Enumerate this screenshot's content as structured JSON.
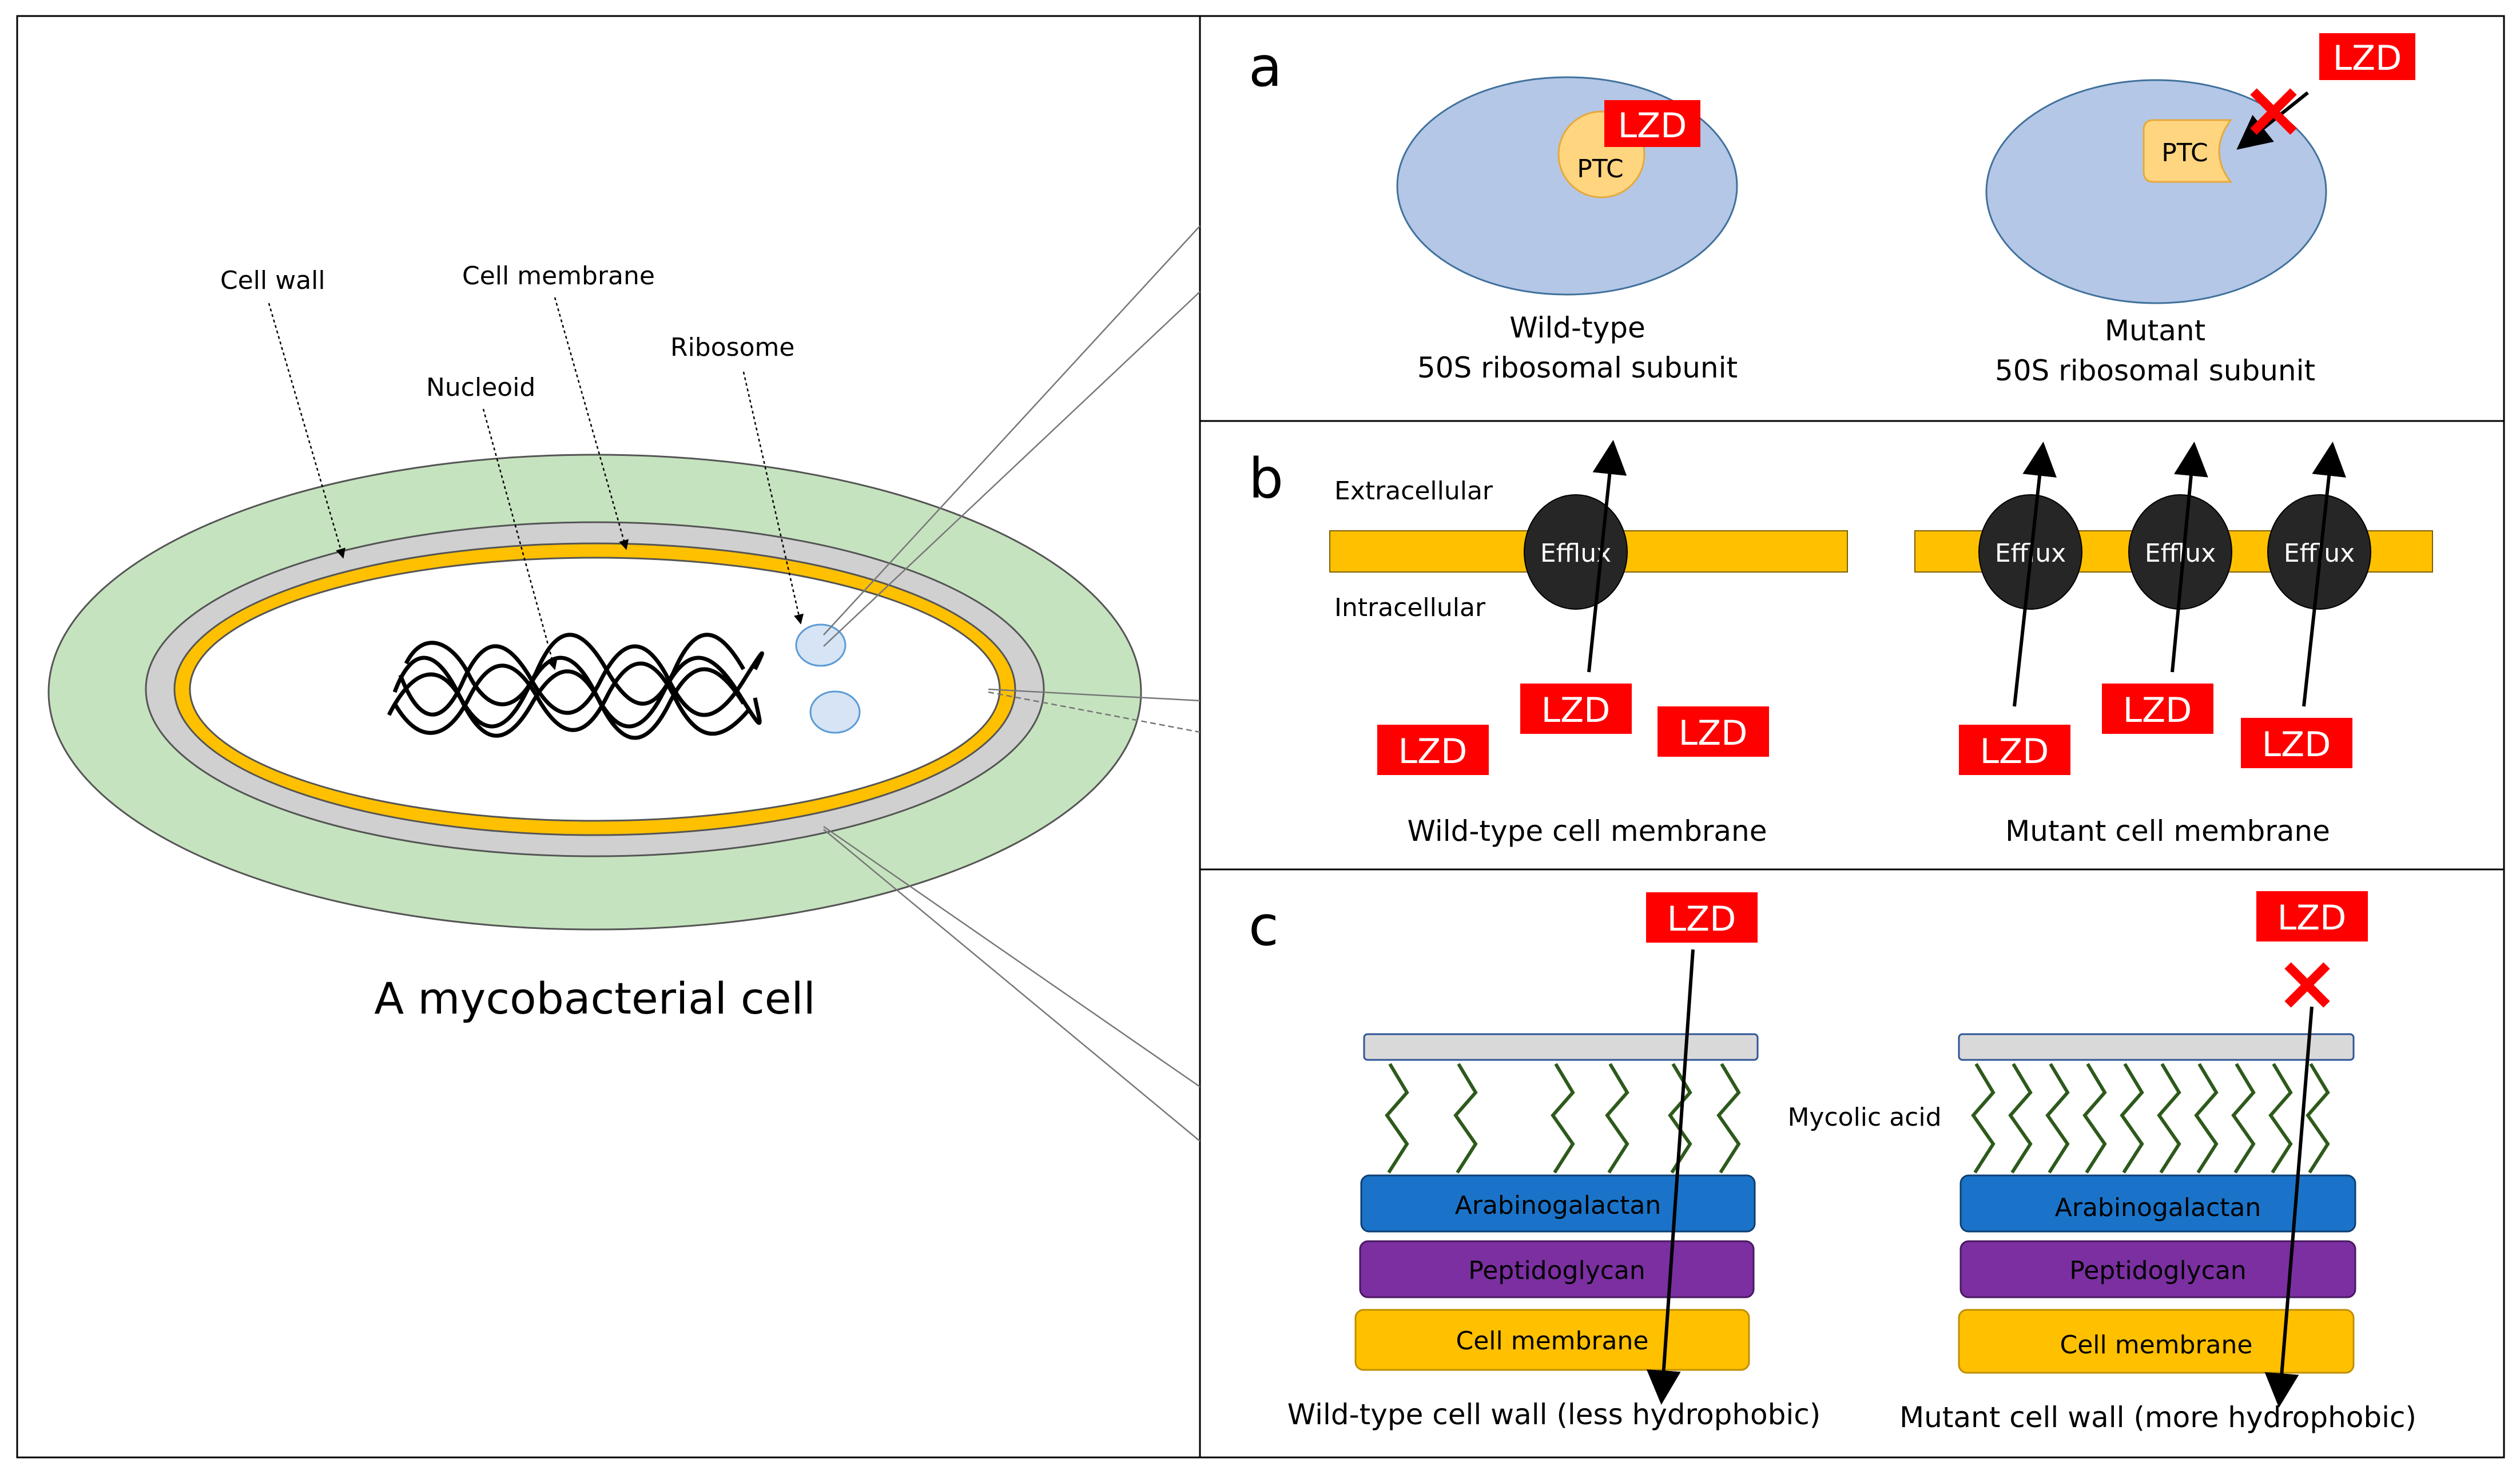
{
  "left": {
    "title": "A mycobacterial cell",
    "labels": {
      "cell_wall": "Cell wall",
      "cell_membrane": "Cell membrane",
      "nucleoid": "Nucleoid",
      "ribosome": "Ribosome"
    }
  },
  "panel_a": {
    "letter": "a",
    "lzd": "LZD",
    "ptc": "PTC",
    "wt_line1": "Wild-type",
    "wt_line2": "50S ribosomal subunit",
    "mut_line1": "Mutant",
    "mut_line2": "50S ribosomal subunit"
  },
  "panel_b": {
    "letter": "b",
    "extracellular": "Extracellular",
    "intracellular": "Intracellular",
    "efflux": "Efflux",
    "lzd": "LZD",
    "wt_caption": "Wild-type cell membrane",
    "mut_caption": "Mutant cell membrane"
  },
  "panel_c": {
    "letter": "c",
    "lzd": "LZD",
    "mycolic_acid": "Mycolic acid",
    "arabinogalactan": "Arabinogalactan",
    "peptidoglycan": "Peptidoglycan",
    "cell_membrane": "Cell membrane",
    "wt_caption": "Wild-type cell wall (less hydrophobic)",
    "mut_caption": "Mutant cell wall (more hydrophobic)"
  },
  "colors": {
    "cell_wall": "#c6e3bf",
    "membrane": "#ffc000",
    "gray_layer": "#d0d0d0",
    "ribosome": "#b4c7e7",
    "ptc": "#ffd580",
    "lzd_box": "#ff0000",
    "efflux": "#262626",
    "arabinogalactan": "#1a73c8",
    "peptidoglycan": "#7b2fa0",
    "mycolic_acid": "#2d5a1b"
  }
}
